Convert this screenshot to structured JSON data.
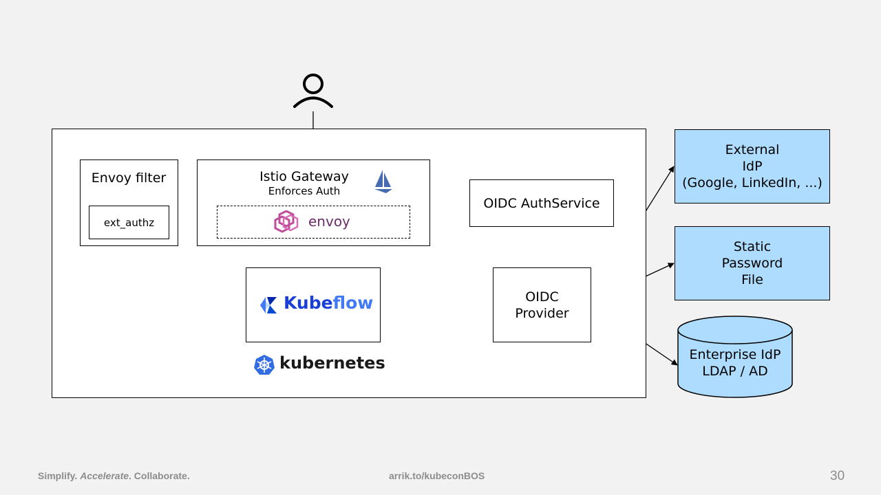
{
  "diagram": {
    "envoy_filter": {
      "title": "Envoy filter",
      "ext_authz": "ext_authz"
    },
    "istio_gateway": {
      "title": "Istio Gateway",
      "subtitle": "Enforces Auth",
      "envoy_logo_text": "envoy"
    },
    "kubeflow": {
      "logo_text_kube": "Kube",
      "logo_text_flow": "flow"
    },
    "kubernetes": {
      "logo_text": "kubernetes"
    },
    "oidc_authservice": {
      "label": "OIDC AuthService"
    },
    "oidc_provider": {
      "line1": "OIDC",
      "line2": "Provider"
    },
    "external_idp": {
      "line1": "External",
      "line2": "IdP",
      "line3": "(Google, LinkedIn, ...)"
    },
    "static_password": {
      "line1": "Static",
      "line2": "Password",
      "line3": "File"
    },
    "enterprise_idp": {
      "line1": "Enterprise IdP",
      "line2": "LDAP / AD"
    },
    "colors": {
      "idp_fill": "#aedcff",
      "envoy_purple": "#ac5fa6",
      "kubeflow_blue": "#1a3fd6",
      "k8s_blue": "#326ce5"
    }
  },
  "footer": {
    "tagline_1": "Simplify.",
    "tagline_2": "Accelerate",
    "tagline_3": ". Collaborate.",
    "url": "arrik.to/kubeconBOS",
    "page_number": "30"
  }
}
